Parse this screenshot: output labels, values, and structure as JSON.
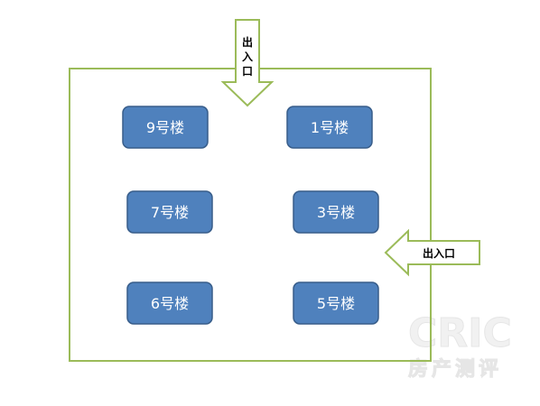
{
  "colors": {
    "boundary": "#9bbb59",
    "building_fill": "#4f81bd",
    "building_stroke": "#385d8a",
    "arrow_fill": "#ffffff",
    "arrow_stroke": "#9bbb59"
  },
  "entrances": {
    "top": {
      "chars": [
        "出",
        "入",
        "口"
      ],
      "icon": "arrow-down-icon"
    },
    "right": {
      "label": "出入口",
      "icon": "arrow-left-icon"
    }
  },
  "buildings": [
    {
      "label": "9号楼"
    },
    {
      "label": "1号楼"
    },
    {
      "label": "7号楼"
    },
    {
      "label": "3号楼"
    },
    {
      "label": "6号楼"
    },
    {
      "label": "5号楼"
    }
  ],
  "watermark": {
    "brand": "CRIC",
    "subtitle": "房产测评"
  }
}
